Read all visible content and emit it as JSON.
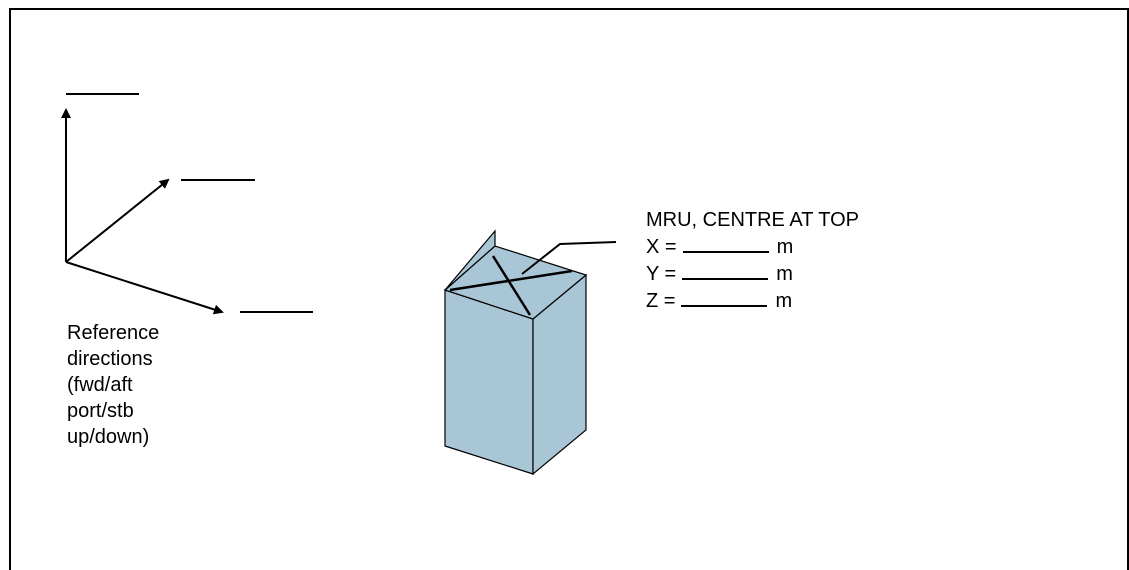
{
  "reference": {
    "lines": [
      "Reference",
      "directions",
      "(fwd/aft",
      "port/stb",
      "up/down)"
    ]
  },
  "mru": {
    "title": "MRU, CENTRE AT TOP",
    "fields": [
      {
        "label": "X =",
        "unit": "m"
      },
      {
        "label": "Y =",
        "unit": "m"
      },
      {
        "label": "Z =",
        "unit": "m"
      }
    ]
  },
  "colors": {
    "box_fill": "#a9c6d6",
    "stroke": "#000000"
  }
}
